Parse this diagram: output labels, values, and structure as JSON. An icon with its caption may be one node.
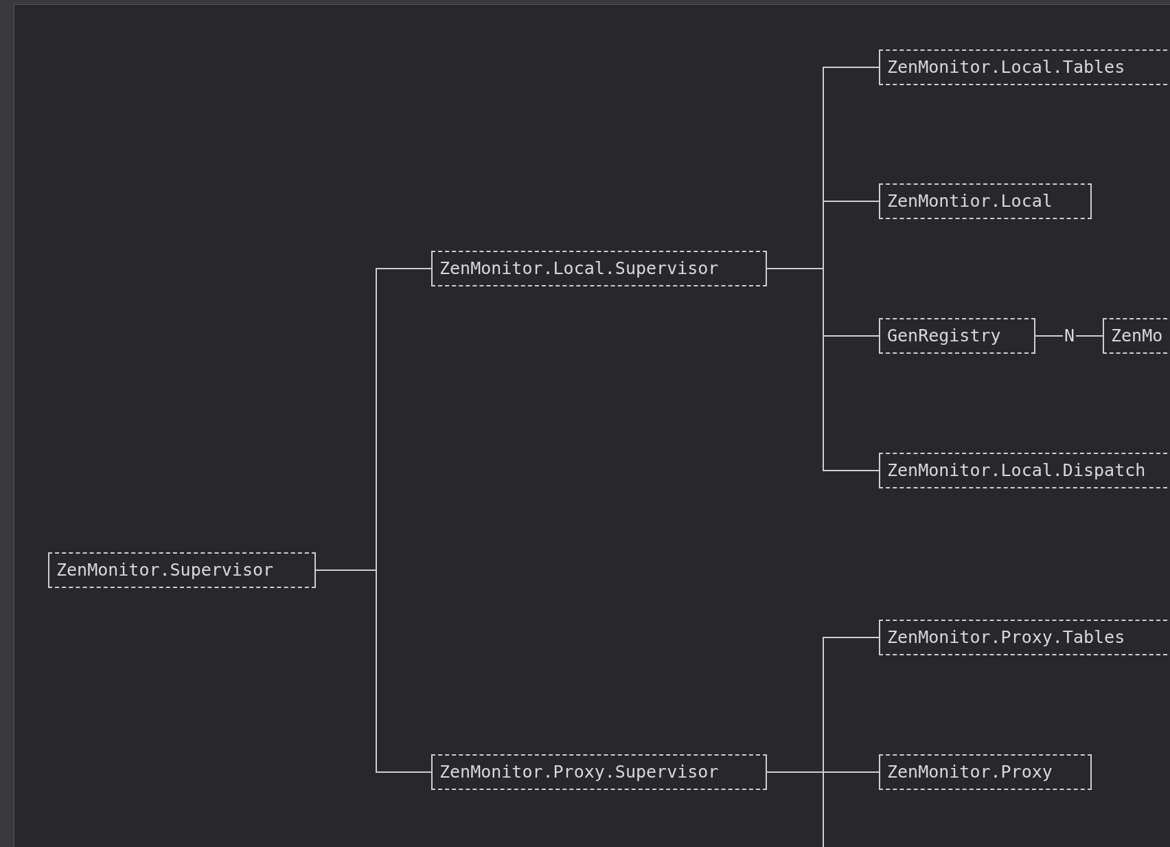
{
  "diagram": {
    "nodes": [
      {
        "text": [
          "ZenMonitor.Local.Tables"
        ]
      },
      {
        "text": [
          "ZenMontior.Local"
        ]
      },
      {
        "text": [
          "ZenMonitor.Local.Supervisor"
        ]
      },
      {
        "text": [
          "GenRegistry"
        ]
      },
      {
        "text": [
          "ZenMo"
        ]
      },
      {
        "text": [
          "ZenMonitor.Local.Dispatch"
        ]
      },
      {
        "text": [
          "ZenMonitor.Supervisor"
        ]
      },
      {
        "text": [
          "ZenMonitor.Proxy.Tables"
        ]
      },
      {
        "text": [
          "ZenMonitor.Proxy.Supervisor"
        ]
      },
      {
        "text": [
          "ZenMonitor.Proxy"
        ]
      }
    ],
    "edges": [
      {
        "from": 6,
        "to": 2,
        "arrow": "none"
      },
      {
        "from": 6,
        "to": 8,
        "arrow": "none"
      },
      {
        "from": 2,
        "to": 0,
        "arrow": "none"
      },
      {
        "from": 2,
        "to": 1,
        "arrow": "none"
      },
      {
        "from": 2,
        "to": 3,
        "arrow": "none"
      },
      {
        "from": 2,
        "to": 5,
        "arrow": "none"
      },
      {
        "from": 3,
        "to": 4,
        "arrow": "none",
        "label": "N"
      },
      {
        "from": 8,
        "to": 7,
        "arrow": "none"
      },
      {
        "from": 8,
        "to": 9,
        "arrow": "none"
      },
      {
        "from": 8,
        "to": null,
        "arrow": "none"
      }
    ]
  }
}
